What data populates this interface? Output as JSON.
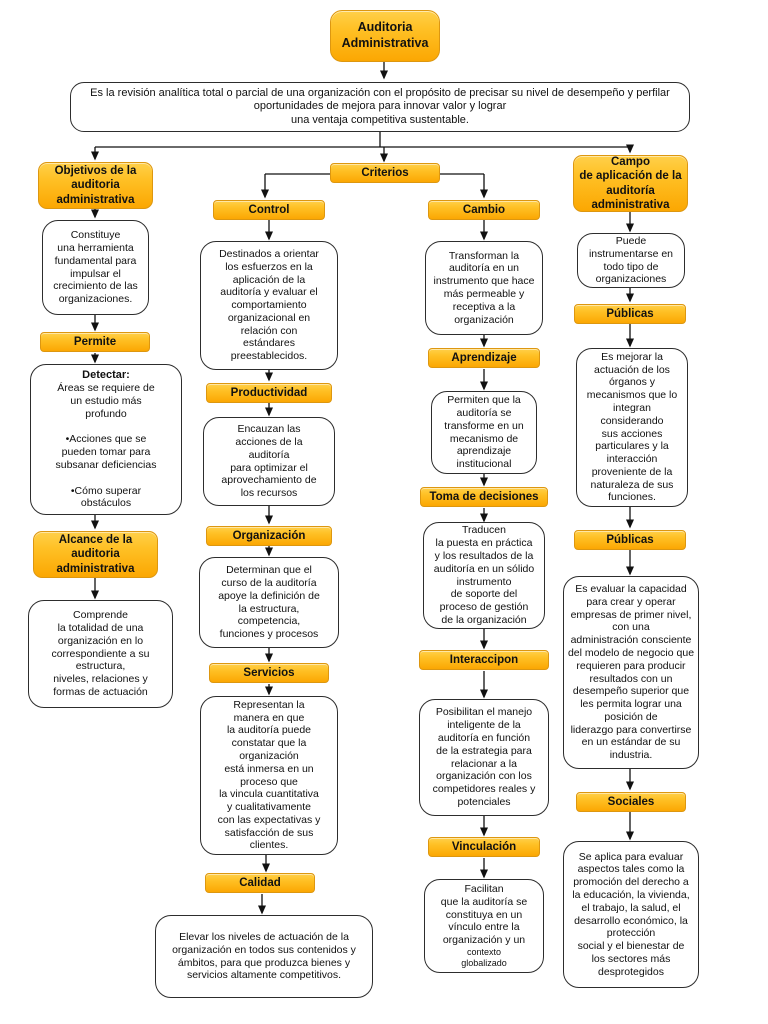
{
  "accent_color": "#FBA702",
  "root": {
    "title": "Auditoria\nAdministrativa"
  },
  "definition": "Es la revisión analítica total o parcial de una organización con el propósito de precisar su nivel de desempeño y perfilar\noportunidades de mejora para innovar valor y lograr\nuna ventaja competitiva sustentable.",
  "left": {
    "header": "Objetivos de la\nauditoria\nadministrativa",
    "constituye": "Constituye\nuna herramienta\nfundamental para\nimpulsar el\ncrecimiento de las\norganizaciones.",
    "permite": "Permite",
    "detectar_title": "Detectar:",
    "detectar_body": "Áreas se requiere de\nun estudio más\nprofundo\n\n•Acciones que se\npueden tomar para\nsubsanar deficiencias\n\n•Cómo superar\nobstáculos",
    "alcance": "Alcance de la\nauditoria\nadministrativa",
    "comprende": "Comprende\nla totalidad de una\norganización en lo\ncorrespondiente a su\nestructura,\nniveles, relaciones y\nformas de actuación"
  },
  "criterios": {
    "label": "Criterios"
  },
  "control": {
    "label": "Control",
    "destinados": "Destinados a orientar\nlos esfuerzos en la\naplicación de la\nauditoría y evaluar el\ncomportamiento\norganizacional en\nrelación con\nestándares\npreestablecidos.",
    "productividad": "Productividad",
    "encauzan": "Encauzan las\nacciones de la\nauditoría\npara optimizar el\naprovechamiento de\nlos recursos",
    "organizacion": "Organización",
    "determinan": "Determinan que el\ncurso de la auditoría\napoye la definición de\nla estructura,\ncompetencia,\nfunciones y procesos",
    "servicios": "Servicios",
    "representan": "Representan la\nmanera en que\nla auditoría puede\nconstatar que la\norganización\nestá inmersa en un\nproceso que\nla vincula cuantitativa\ny cualitativamente\ncon las expectativas y\nsatisfacción de sus\nclientes.",
    "calidad": "Calidad",
    "elevar": "Elevar los niveles de actuación de la\norganización en todos sus contenidos y\námbitos, para que produzca bienes y\nservicios altamente competitivos."
  },
  "cambio": {
    "label": "Cambio",
    "transforman": "Transforman la\nauditoría en un\ninstrumento que hace\nmás permeable y\nreceptiva a la\norganización",
    "aprendizaje": "Aprendizaje",
    "permiten": "Permiten que la\nauditoría se\ntransforme en un\nmecanismo de\naprendizaje\ninstitucional",
    "toma": "Toma de decisiones",
    "traducen": "Traducen\nla puesta en práctica\ny los resultados de la\nauditoría en un sólido\ninstrumento\nde soporte del\nproceso de gestión\nde la organización",
    "interaccipon": "Interaccipon",
    "posibilitan": "Posibilitan el manejo\ninteligente de la\nauditoría en función\nde la estrategia para\nrelacionar a la\norganización con los\ncompetidores reales y\npotenciales",
    "vinculacion": "Vinculación",
    "facilitan_main": "Facilitan\nque la auditoría se\nconstituya en un\nvínculo entre la\norganización y un",
    "facilitan_small": "contexto\nglobalizado"
  },
  "campo": {
    "header": "Campo\nde aplicación de la\nauditoría\nadministrativa",
    "puede": "Puede\ninstrumentarse en\ntodo tipo de\norganizaciones",
    "publicas1": "Públicas",
    "es_mejorar": "Es mejorar la\nactuación de los\nórganos y\nmecanismos que lo\nintegran\nconsiderando\nsus acciones\nparticulares y la\ninteracción\nproveniente de la\nnaturaleza de sus\nfunciones.",
    "publicas2": "Públicas",
    "es_evaluar": "Es evaluar la capacidad\npara crear y operar\nempresas de primer nivel,\ncon una\nadministración consciente\ndel modelo de negocio que\nrequieren para producir\nresultados con un\ndesempeño superior que\nles permita lograr una\nposición de\nliderazgo para convertirse\nen un estándar de su\nindustria.",
    "sociales": "Sociales",
    "se_aplica": "Se aplica para evaluar\naspectos tales como la\npromoción del derecho a\nla educación, la vivienda,\nel trabajo, la salud, el\ndesarrollo económico, la\nprotección\nsocial y el bienestar de\nlos sectores más\ndesprotegidos"
  }
}
